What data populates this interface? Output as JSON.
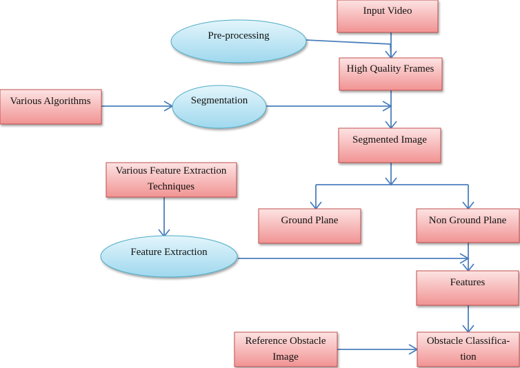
{
  "nodes": {
    "input_video": {
      "label": "Input Video",
      "shape": "rect"
    },
    "high_quality_frames": {
      "label": "High Quality Frames",
      "shape": "rect"
    },
    "various_algorithms": {
      "label": "Various Algorithms",
      "shape": "rect"
    },
    "segmented_image": {
      "label": "Segmented Image",
      "shape": "rect"
    },
    "various_feature_extraction": {
      "label_line1": "Various Feature Extraction",
      "label_line2": "Techniques",
      "shape": "rect"
    },
    "ground_plane": {
      "label": "Ground Plane",
      "shape": "rect"
    },
    "non_ground_plane": {
      "label": "Non Ground Plane",
      "shape": "rect"
    },
    "features": {
      "label": "Features",
      "shape": "rect"
    },
    "reference_obstacle_image": {
      "label_line1": "Reference Obstacle",
      "label_line2": "Image",
      "shape": "rect"
    },
    "obstacle_classification": {
      "label_line1": "Obstacle Classifica-",
      "label_line2": "tion",
      "shape": "rect"
    },
    "pre_processing": {
      "label": "Pre-processing",
      "shape": "ellipse"
    },
    "segmentation": {
      "label": "Segmentation",
      "shape": "ellipse"
    },
    "feature_extraction": {
      "label": "Feature Extraction",
      "shape": "ellipse"
    }
  },
  "edges": [
    {
      "from": "input_video",
      "to": "high_quality_frames"
    },
    {
      "from": "pre_processing",
      "to": "high_quality_frames"
    },
    {
      "from": "various_algorithms",
      "to": "segmentation"
    },
    {
      "from": "high_quality_frames",
      "to": "segmented_image"
    },
    {
      "from": "segmentation",
      "to": "segmented_image"
    },
    {
      "from": "segmented_image",
      "to": "ground_plane"
    },
    {
      "from": "segmented_image",
      "to": "non_ground_plane"
    },
    {
      "from": "various_feature_extraction",
      "to": "feature_extraction"
    },
    {
      "from": "non_ground_plane",
      "to": "features"
    },
    {
      "from": "feature_extraction",
      "to": "features"
    },
    {
      "from": "features",
      "to": "obstacle_classification"
    },
    {
      "from": "reference_obstacle_image",
      "to": "obstacle_classification"
    }
  ],
  "colors": {
    "box_fill_top": "#fde3e3",
    "box_fill_bottom": "#f19393",
    "box_stroke": "#c0504d",
    "ellipse_fill_top": "#e3f5fb",
    "ellipse_fill_bottom": "#9fd8ee",
    "ellipse_stroke": "#4bacc6",
    "connector": "#4a7ebb"
  }
}
